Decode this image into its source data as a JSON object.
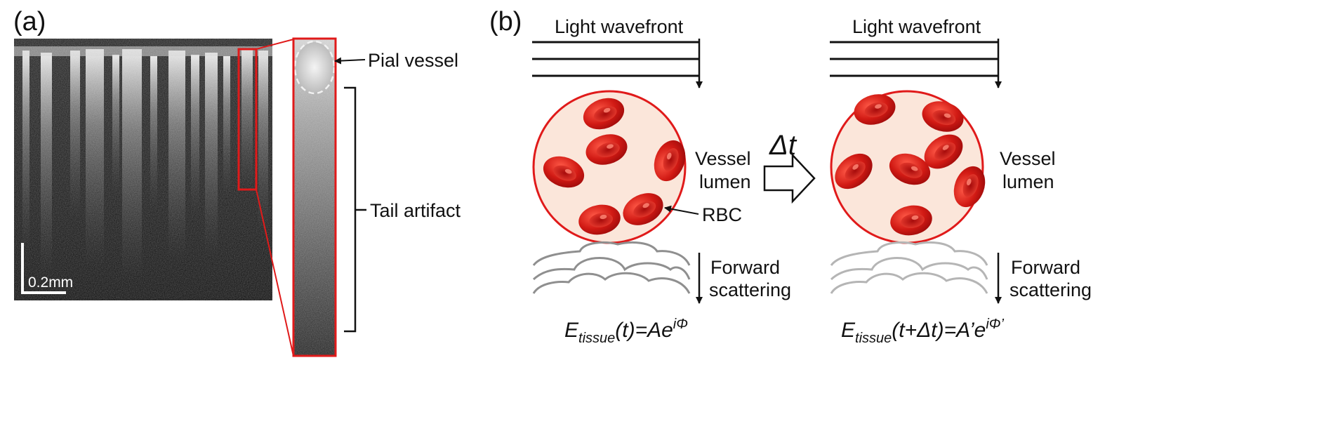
{
  "panel_a": {
    "label": "(a)",
    "scale_bar": "0.2mm",
    "callouts": {
      "vessel": "Pial vessel",
      "tail": "Tail artifact"
    }
  },
  "panel_b": {
    "label": "(b)",
    "left": {
      "wavefront": "Light wavefront",
      "lumen_line1": "Vessel",
      "lumen_line2": "lumen",
      "rbc": "RBC",
      "scatter_line1": "Forward",
      "scatter_line2": "scattering",
      "eq": {
        "E": "E",
        "sub": "tissue",
        "arg": "(t)=Ae",
        "sup": "iΦ"
      }
    },
    "right": {
      "wavefront": "Light wavefront",
      "lumen_line1": "Vessel",
      "lumen_line2": "lumen",
      "scatter_line1": "Forward",
      "scatter_line2": "scattering",
      "eq": {
        "E": "E",
        "sub": "tissue",
        "arg": "(t+Δt)=A’e",
        "sup": "iΦ’"
      }
    },
    "delta_t": "Δt"
  },
  "colors": {
    "red_frame": "#e01a1a",
    "lumen_fill": "#fbe6da",
    "rbc_dark": "#b50d0d",
    "rbc_light": "#e83a2e",
    "scatter_left": "#8f8f8f",
    "scatter_right": "#b5b5b5"
  }
}
